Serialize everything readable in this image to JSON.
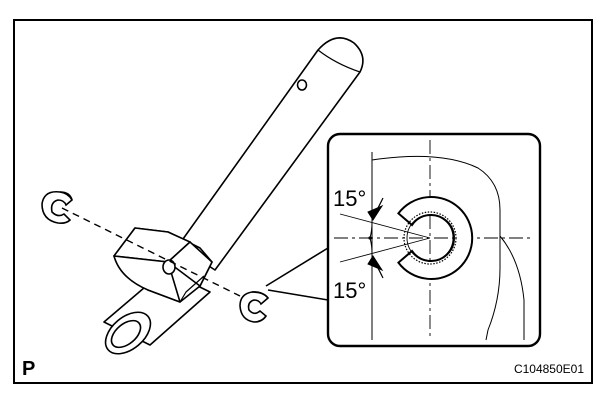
{
  "figure": {
    "corner_label": "P",
    "figure_code": "C104850E01"
  },
  "detail": {
    "angle_top": "15°",
    "angle_bottom": "15°"
  },
  "colors": {
    "ink": "#000000",
    "paper": "#ffffff"
  }
}
